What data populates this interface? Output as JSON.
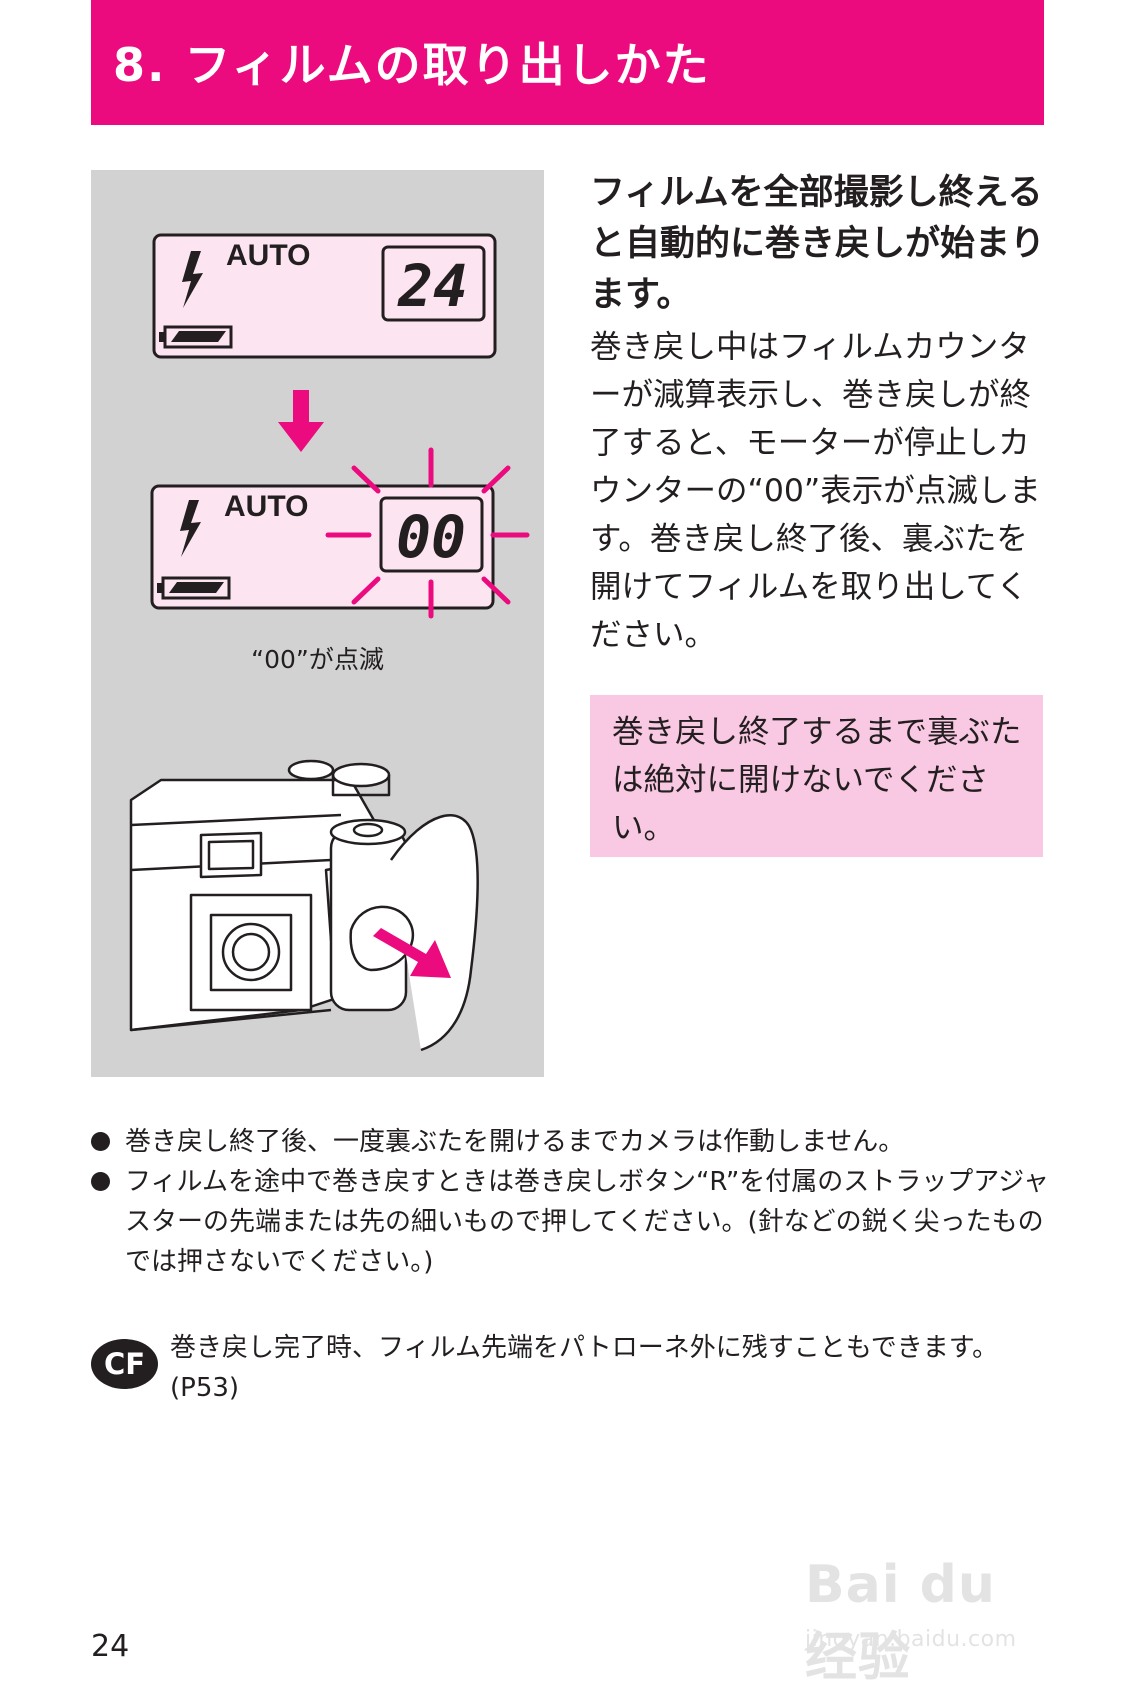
{
  "header": {
    "title": "8. フィルムの取り出しかた"
  },
  "figure": {
    "lcd_top": {
      "mode_label": "AUTO",
      "counter": "24"
    },
    "lcd_bottom": {
      "mode_label": "AUTO",
      "counter": "00"
    },
    "caption": "“00”が点滅"
  },
  "main": {
    "lead": "フィルムを全部撮影し終えると自動的に巻き戻しが始まります。",
    "body": "巻き戻し中はフィルムカウンターが減算表示し、巻き戻しが終了すると、モーターが停止しカウンターの“00”表示が点滅します。巻き戻し終了後、裏ぶたを開けてフィルムを取り出してください。",
    "warning": "巻き戻し終了するまで裏ぶたは絶対に開けないでください。"
  },
  "notes": [
    "巻き戻し終了後、一度裏ぶたを開けるまでカメラは作動しません。",
    "フィルムを途中で巻き戻すときは巻き戻しボタン“R”を付属のストラップアジャスターの先端または先の細いもので押してください。(針などの鋭く尖ったものでは押さないでください。)"
  ],
  "cf": {
    "badge": "CF",
    "text": "巻き戻し完了時、フィルム先端をパトローネ外に残すこともできます。(P53)"
  },
  "footer": {
    "page_number": "24"
  },
  "watermark": {
    "logo": "Bai du 经验",
    "url": "jingyan.baidu.com"
  },
  "colors": {
    "accent": "#ec0a7f",
    "lcd": "#fce4f0",
    "warning_bg": "#f9c8e2",
    "figure_bg": "#d2d2d2"
  }
}
